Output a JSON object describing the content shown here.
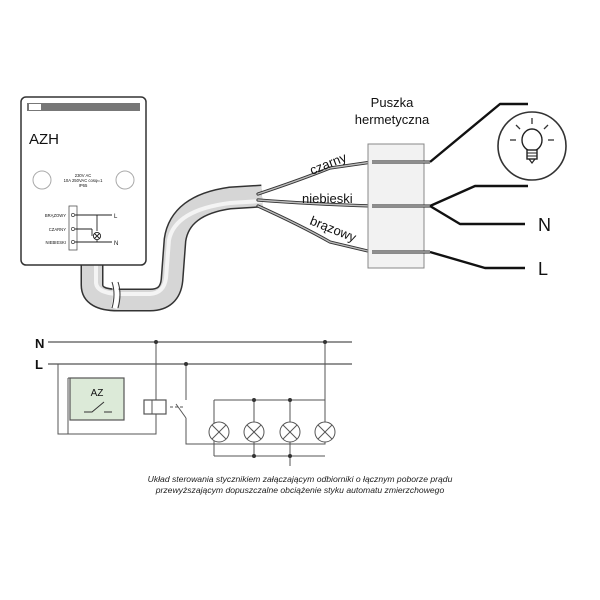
{
  "device": {
    "model": "AZH",
    "spec_line1": "230V AC",
    "spec_line2": "10A 250VAC cosφ=1",
    "spec_line3": "IP65",
    "term_brown": "BRĄZOWY",
    "term_black": "CZARNY",
    "term_blue": "NIEBIESKI",
    "term_L": "L",
    "term_N": "N"
  },
  "junction_box": {
    "line1": "Puszka",
    "line2": "hermetyczna"
  },
  "wires": {
    "black": "czarny",
    "blue": "niebieski",
    "brown": "brązowy"
  },
  "outputs": {
    "neutral": "N",
    "live": "L"
  },
  "schematic": {
    "rail_N": "N",
    "rail_L": "L",
    "controller": "AZ"
  },
  "caption": {
    "line1": "Układ sterowania stycznikiem załączającym odbiorniki o łącznym poborze prądu",
    "line2": "przewyższającym dopuszczalne obciążenie styku automatu zmierzchowego"
  }
}
